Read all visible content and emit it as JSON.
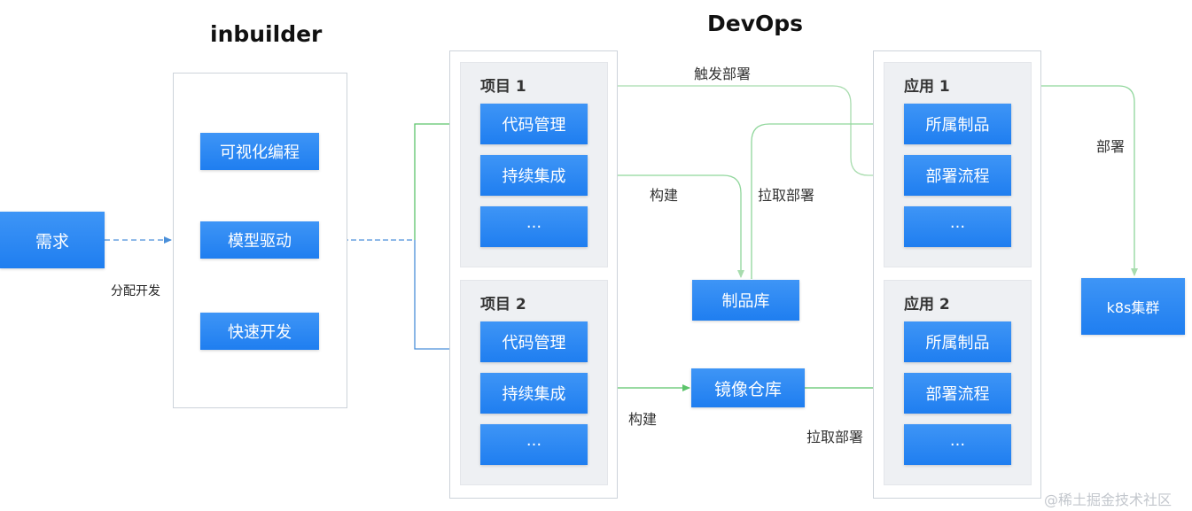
{
  "titles": {
    "inbuilder": "inbuilder",
    "devops": "DevOps"
  },
  "left": {
    "demand": "需求",
    "assign": "分配开发"
  },
  "inbuilder": {
    "items": [
      "可视化编程",
      "模型驱动",
      "快速开发"
    ]
  },
  "project1": {
    "label": "项目 1",
    "items": [
      "代码管理",
      "持续集成",
      "···"
    ]
  },
  "project2": {
    "label": "项目 2",
    "items": [
      "代码管理",
      "持续集成",
      "···"
    ]
  },
  "app1": {
    "label": "应用 1",
    "items": [
      "所属制品",
      "部署流程",
      "···"
    ]
  },
  "app2": {
    "label": "应用 2",
    "items": [
      "所属制品",
      "部署流程",
      "···"
    ]
  },
  "middle": {
    "artifact_repo": "制品库",
    "image_repo": "镜像仓库"
  },
  "right": {
    "k8s": "k8s集群"
  },
  "edges": {
    "trigger_deploy": "触发部署",
    "build_1": "构建",
    "pull_deploy_1": "拉取部署",
    "build_2": "构建",
    "pull_deploy_2": "拉取部署",
    "deploy": "部署"
  },
  "watermark": "@稀土掘金技术社区",
  "colors": {
    "box_blue": "#2385f2",
    "arrow_green": "#5cc46b",
    "arrow_blue": "#4a8fd9",
    "panel_bg": "#eef0f3"
  }
}
